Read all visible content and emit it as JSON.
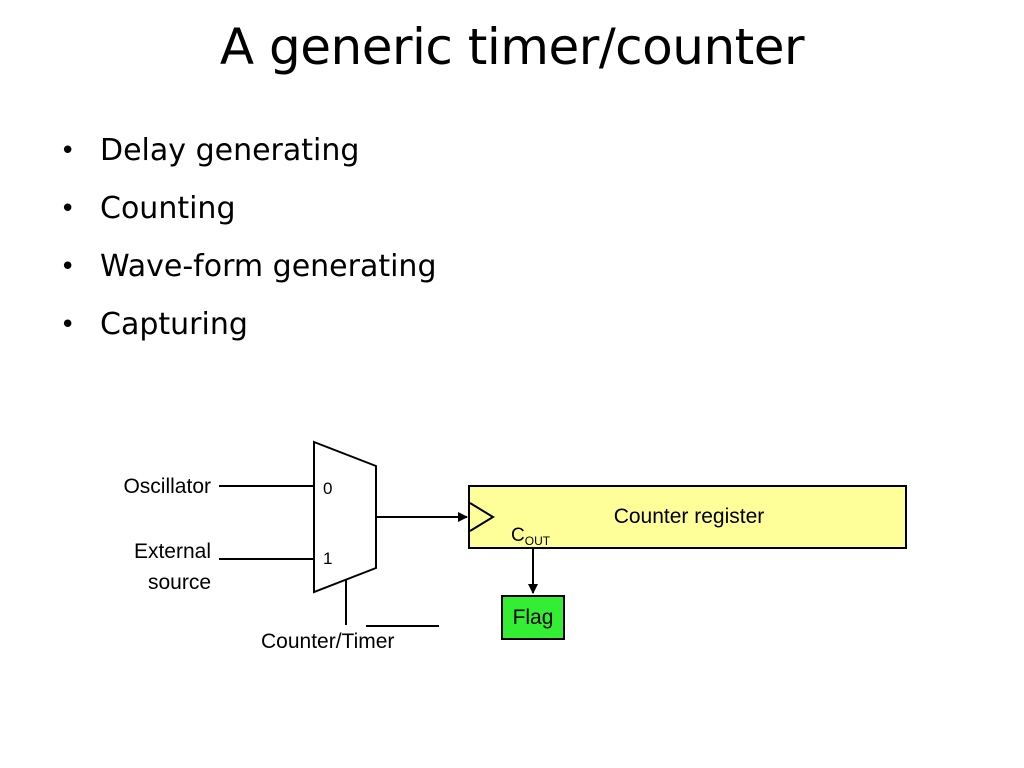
{
  "slide": {
    "title": "A generic timer/counter",
    "bullet_glyph": "•",
    "bullets": [
      "Delay generating",
      "Counting",
      "Wave-form generating",
      "Capturing"
    ]
  },
  "diagram": {
    "inputs": {
      "oscillator": "Oscillator",
      "external_line1": "External",
      "external_line2": "source"
    },
    "mux": {
      "input0": "0",
      "input1": "1"
    },
    "select_label": "Counter/Timer",
    "register": {
      "label": "Counter register",
      "cout_main": "C",
      "cout_sub": "OUT"
    },
    "flag": {
      "label": "Flag"
    },
    "colors": {
      "register_fill": "#ffff99",
      "flag_fill": "#33ee33",
      "stroke": "#000000"
    }
  }
}
